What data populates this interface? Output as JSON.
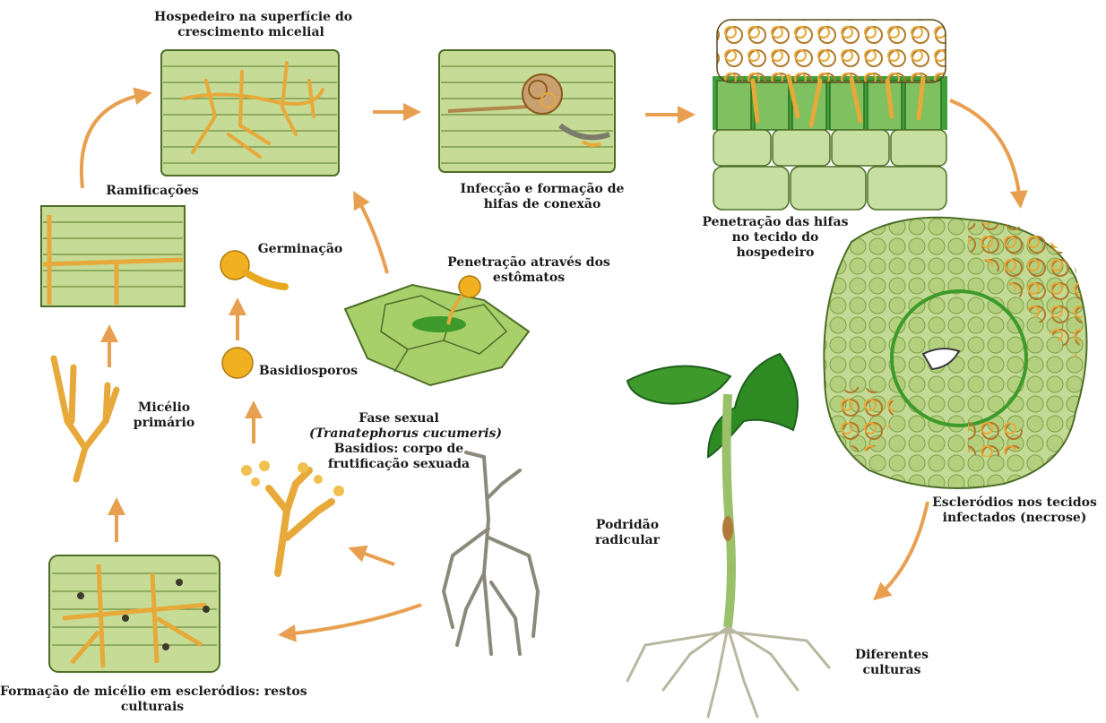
{
  "colors": {
    "arrow": "#E8A050",
    "tissue": "#C5DB96",
    "tissue_line": "#6F8F3C",
    "hypha": "#E7A93A",
    "hypha_dark": "#8A5A1E",
    "leaf": "#3E9A2A",
    "root": "#8B8A7A"
  },
  "labels": {
    "host_surface": [
      "Hospedeiro na superfície do",
      "crescimento micelial"
    ],
    "infection": [
      "Infecção e formação de",
      "hifas de conexão"
    ],
    "penetration_tissue": [
      "Penetração das hifas",
      "no tecido do",
      "hospedeiro"
    ],
    "ramifications": "Ramificações",
    "germination": "Germinação",
    "stomata": [
      "Penetração através dos",
      "estômatos"
    ],
    "basidiospores": "Basidiosporos",
    "primary_mycelium": [
      "Micélio",
      "primário"
    ],
    "sexual_phase_title": "Fase sexual",
    "sexual_phase_species": "(Tranatephorus cucumeris)",
    "sexual_phase_desc": [
      "Basidios: corpo de",
      "frutificação sexuada"
    ],
    "root_rot": [
      "Podridão",
      "radicular"
    ],
    "sclerotia": [
      "Escleródios nos tecidos",
      "infectados (necrose)"
    ],
    "cultures": [
      "Diferentes",
      "culturas"
    ],
    "mycelium_sclerotia": [
      "Formação de micélio em escleródios: restos",
      "culturais"
    ]
  },
  "icons": [
    "host-tissue-illustration",
    "infection-illustration",
    "penetration-illustration",
    "ramification-illustration",
    "germinating-spore-icon",
    "basidiospore-icon",
    "stomata-illustration",
    "primary-mycelium-illustration",
    "basidia-illustration",
    "infected-root-illustration",
    "sclerotia-cross-section-illustration",
    "seedling-illustration",
    "sclerotia-tissue-illustration"
  ]
}
